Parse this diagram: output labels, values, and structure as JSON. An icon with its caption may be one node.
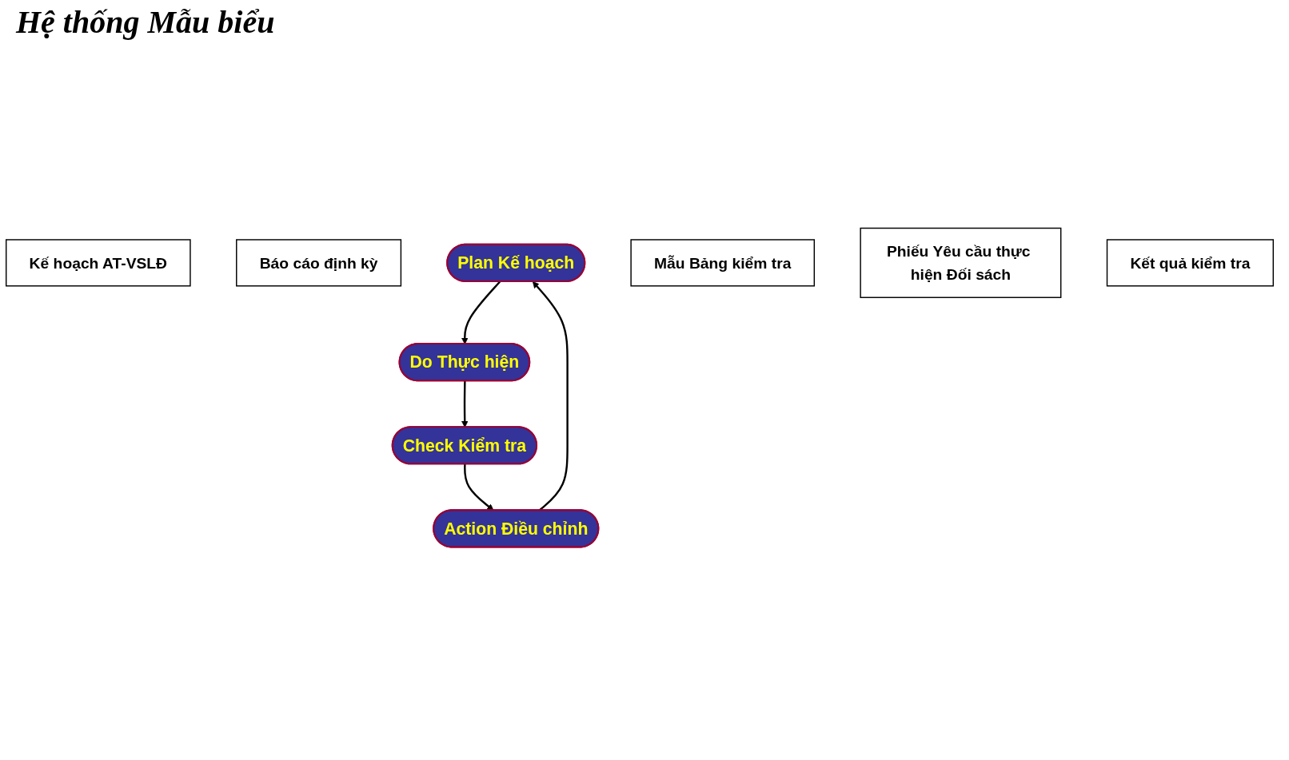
{
  "diagram": {
    "title": "Hệ thống Mẫu biểu",
    "nodes": [
      {
        "text": [
          "Kế hoạch AT-VSLĐ"
        ]
      },
      {
        "text": [
          "Báo cáo định kỳ"
        ]
      },
      {
        "text": [
          "Plan Kế hoạch"
        ]
      },
      {
        "text": [
          "Action Điều chỉnh"
        ]
      },
      {
        "text": [
          "Do Thực hiện"
        ]
      },
      {
        "text": [
          "Mẫu Bảng kiểm tra"
        ]
      },
      {
        "text": [
          "Phiếu Yêu cầu thực hiện Đối sách"
        ]
      },
      {
        "text": [
          "Check Kiểm tra"
        ]
      },
      {
        "text": [
          "Kết quả kiểm tra"
        ]
      }
    ],
    "edges": [
      {
        "from": 2,
        "to": 4,
        "arrow": "to"
      },
      {
        "from": 4,
        "to": 7,
        "arrow": "to"
      },
      {
        "from": 7,
        "to": 3,
        "arrow": "to"
      },
      {
        "from": 3,
        "to": 2,
        "arrow": "to"
      }
    ]
  }
}
